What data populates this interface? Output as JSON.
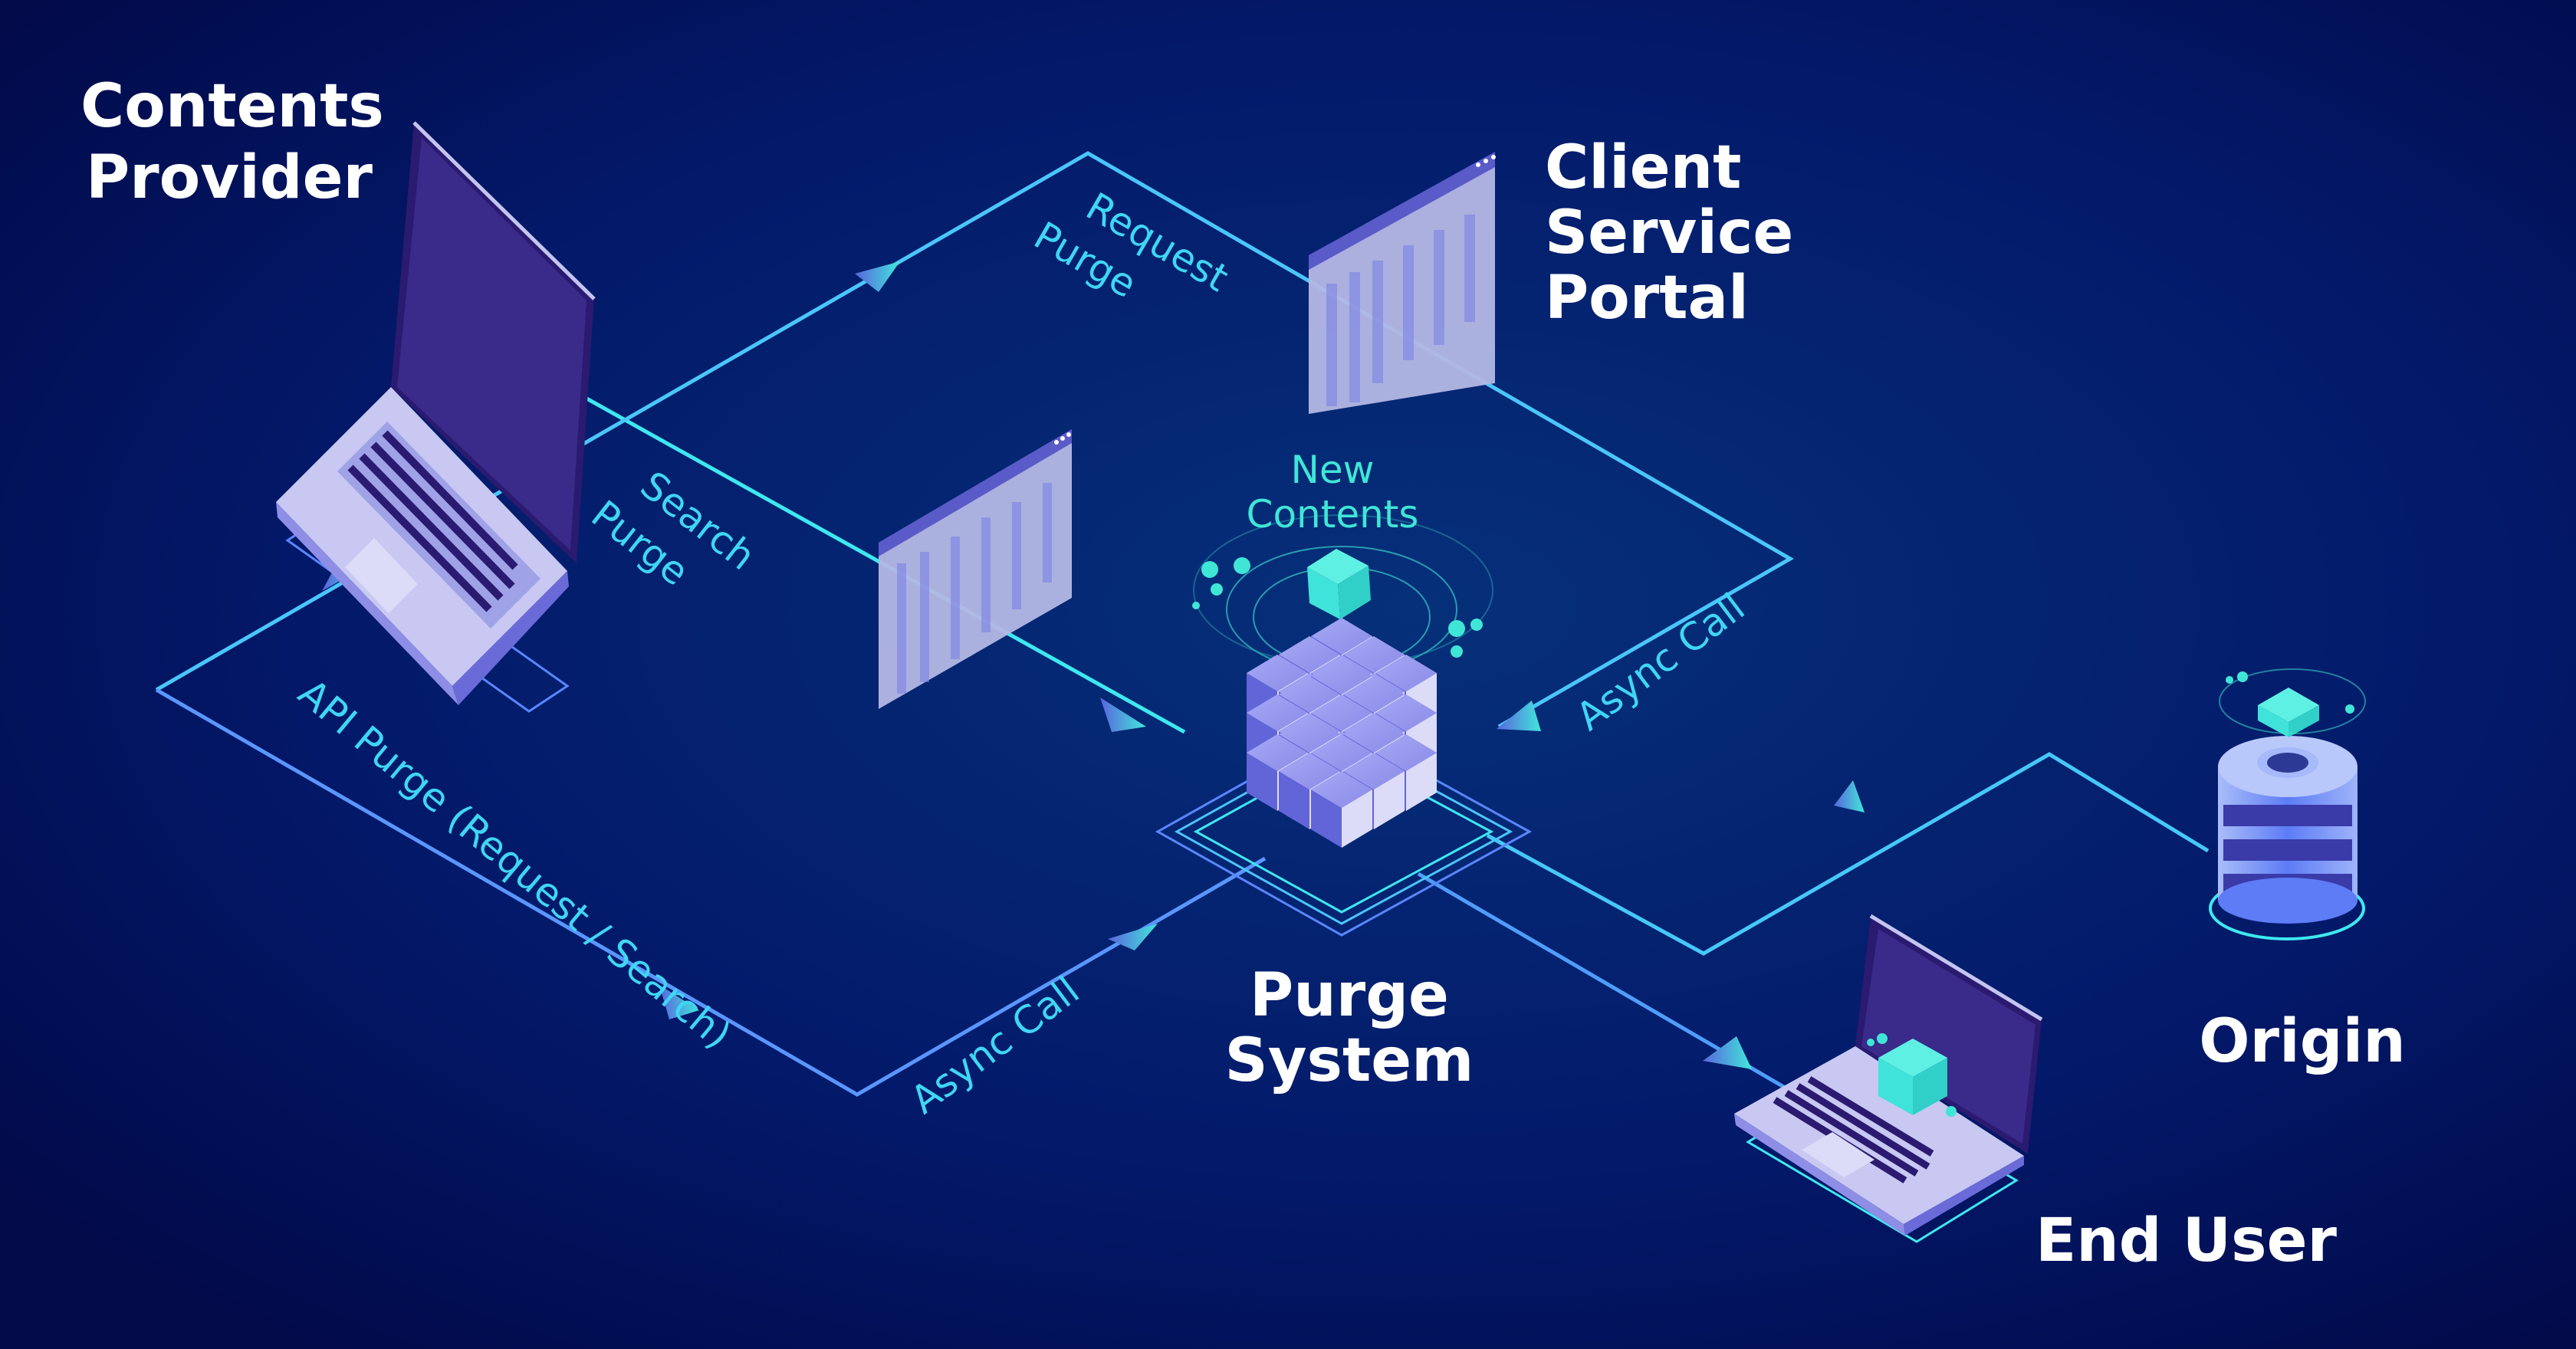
{
  "diagram": {
    "title": "Purge System Architecture",
    "nodes": {
      "contents_provider": {
        "line1": "Contents",
        "line2": "Provider",
        "icon": "laptop-icon"
      },
      "client_service_portal": {
        "line1": "Client",
        "line2": "Service",
        "line3": "Portal",
        "icon": "browser-window-icon"
      },
      "purge_system": {
        "line1": "Purge",
        "line2": "System",
        "icon": "cube-cluster-icon"
      },
      "new_contents": {
        "line1": "New",
        "line2": "Contents",
        "icon": "cube-icon"
      },
      "origin": {
        "label": "Origin",
        "icon": "database-icon"
      },
      "end_user": {
        "label": "End User",
        "icon": "laptop-icon"
      },
      "search_window": {
        "icon": "browser-window-icon"
      }
    },
    "edges": {
      "request_purge": {
        "line1": "Request",
        "line2": "Purge"
      },
      "search_purge": {
        "line1": "Search",
        "line2": "Purge"
      },
      "api_purge": {
        "label": "API Purge (Request / Search)"
      },
      "async_call_portal": {
        "label": "Async Call"
      },
      "async_call_api": {
        "label": "Async Call"
      }
    },
    "colors": {
      "background_dark": "#020a4a",
      "background_light": "#06307a",
      "line_cyan": "#3ee8f0",
      "line_blue": "#5a86ff",
      "label_cyan": "#3fd6f5",
      "cube_teal": "#40e3d9",
      "device_lavender": "#c4c4f0",
      "device_purple": "#3a2a8a"
    }
  }
}
